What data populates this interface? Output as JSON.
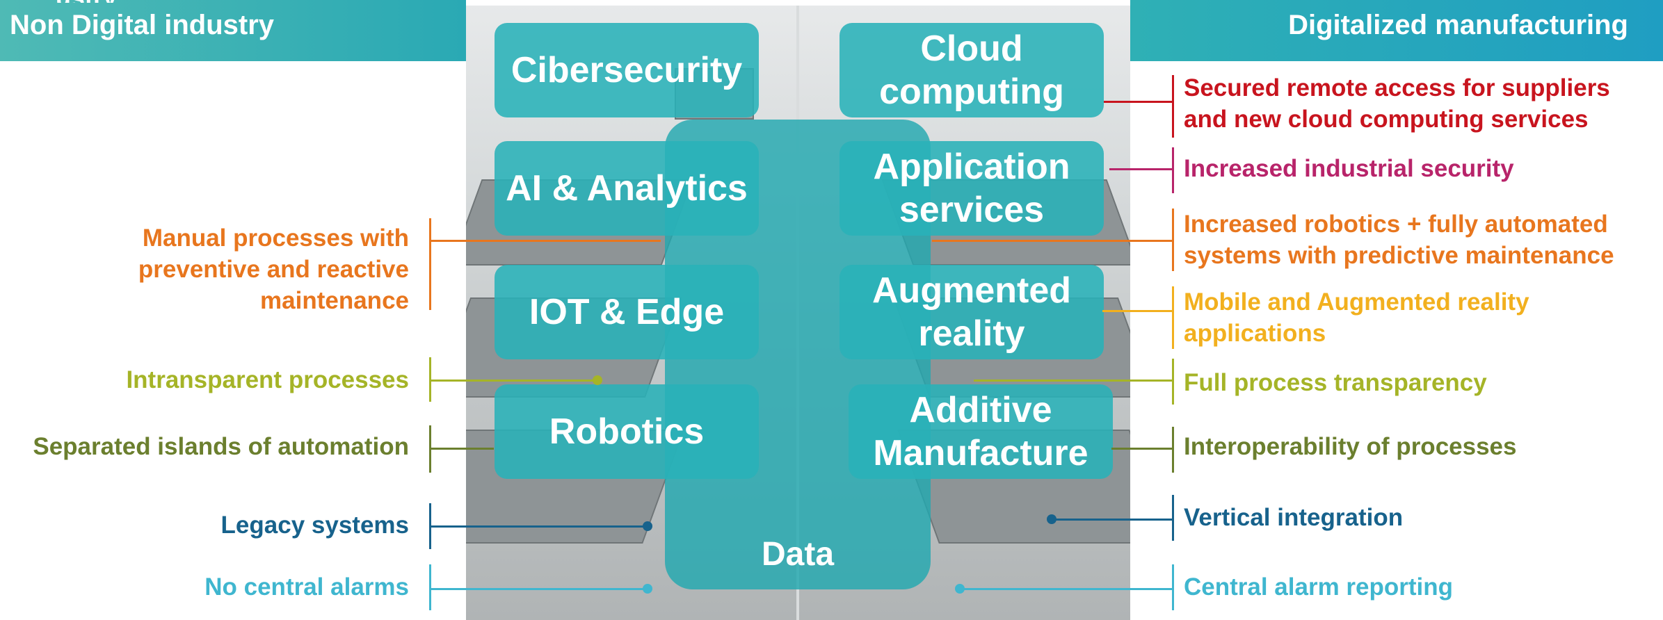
{
  "header": {
    "cut_text": "ustry",
    "left_title": "Non Digital industry",
    "right_title": "Digitalized manufacturing",
    "banner_color": "#4fbab5"
  },
  "center": {
    "spine_label": "Data",
    "left_boxes": [
      "Cibersecurity",
      "AI & Analytics",
      "IOT & Edge",
      "Robotics"
    ],
    "right_boxes": [
      "Cloud computing",
      "Application services",
      "Augmented reality",
      "Additive Manufacture"
    ],
    "box_color": "#29b2b8"
  },
  "left_labels": [
    {
      "text": "Manual processes with preventive and reactive maintenance",
      "color": "#e8761e"
    },
    {
      "text": "Intransparent processes",
      "color": "#a5b427"
    },
    {
      "text": "Separated islands of automation",
      "color": "#6b7f2e"
    },
    {
      "text": "Legacy systems",
      "color": "#17628c"
    },
    {
      "text": "No central alarms",
      "color": "#3fb6cf"
    }
  ],
  "right_labels": [
    {
      "text": "Secured remote access for suppliers and new cloud computing services",
      "color": "#c8141e"
    },
    {
      "text": "Increased industrial security",
      "color": "#b8246a"
    },
    {
      "text": "Increased robotics + fully automated systems with predictive maintenance",
      "color": "#e8761e"
    },
    {
      "text": "Mobile and Augmented reality applications",
      "color": "#f2b01e"
    },
    {
      "text": "Full process transparency",
      "color": "#a5b427"
    },
    {
      "text": "Interoperability of processes",
      "color": "#6b7f2e"
    },
    {
      "text": "Vertical integration",
      "color": "#17628c"
    },
    {
      "text": "Central alarm reporting",
      "color": "#3fb6cf"
    }
  ]
}
